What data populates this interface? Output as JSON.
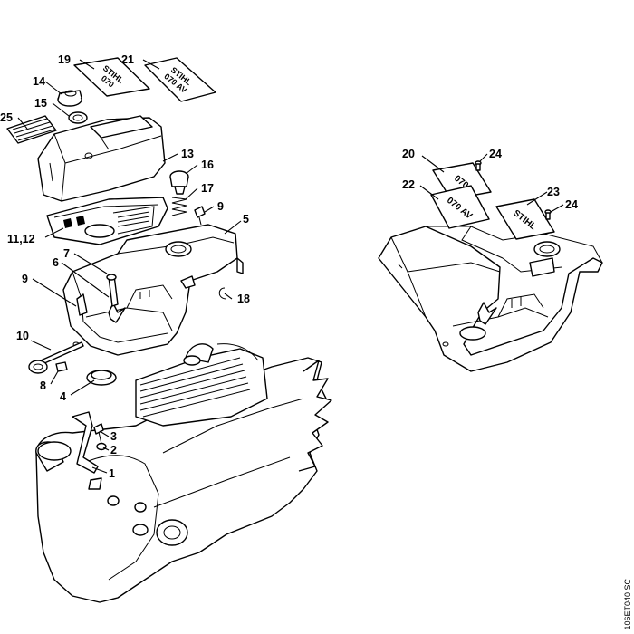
{
  "decals": {
    "d19": [
      "STIHL",
      "070"
    ],
    "d21": [
      "STIHL",
      "070 AV"
    ],
    "d20": "070",
    "d22": "070 AV",
    "d23": "STIHL"
  },
  "callouts": {
    "c19": "19",
    "c21": "21",
    "c14": "14",
    "c15": "15",
    "c25": "25",
    "c13": "13",
    "c16": "16",
    "c17": "17",
    "c9a": "9",
    "c5": "5",
    "c1112": "11,12",
    "c7": "7",
    "c6": "6",
    "c9b": "9",
    "c18": "18",
    "c10": "10",
    "c8": "8",
    "c4": "4",
    "c3": "3",
    "c2": "2",
    "c1": "1",
    "c20": "20",
    "c24a": "24",
    "c22": "22",
    "c23": "23",
    "c24b": "24"
  },
  "drawing_code": "106ET040 SC"
}
